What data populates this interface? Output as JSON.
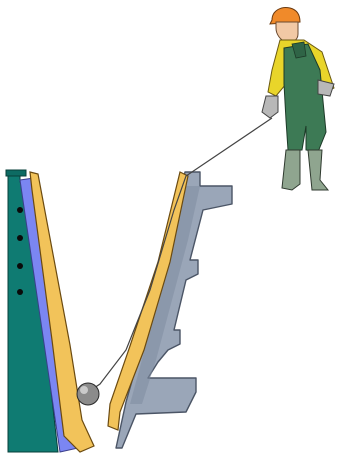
{
  "figure": {
    "elements": [
      "worker-figure",
      "measuring-line",
      "lead-ball-plumb",
      "fixed-jaw-liner",
      "movable-jaw-liner",
      "support-frame"
    ]
  },
  "colors": {
    "teal_body": "#0f7b72",
    "blue_liner": "#7b86f2",
    "yellow_liner": "#f2c35a",
    "grey_frame": "#7f8da1",
    "grey_frame_light": "#9aa6b8",
    "worker_yellow": "#e9d52a",
    "worker_green": "#3d7a55",
    "worker_orange": "#f08a2a",
    "line": "#444444",
    "ball": "#8b8b8b"
  }
}
